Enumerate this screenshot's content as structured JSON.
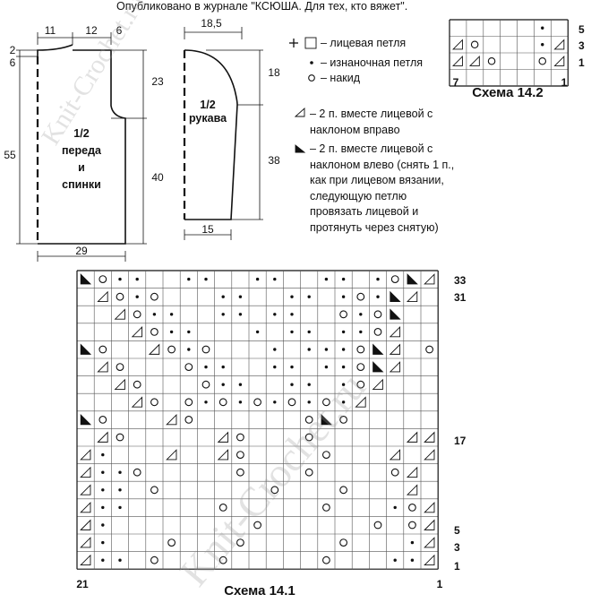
{
  "header": {
    "text": "Опубликовано в журнале \"КСЮША. Для тех, кто вяжет\"."
  },
  "watermark": {
    "text": "Knit-Crochet.ru"
  },
  "body_schematic": {
    "label_line1": "1/2",
    "label_line2": "переда",
    "label_line3": "и",
    "label_line4": "спинки",
    "dim_top_left": "11",
    "dim_top_mid": "12",
    "dim_top_right": "6",
    "dim_left_2": "2",
    "dim_left_6": "6",
    "dim_left_55": "55",
    "dim_right_23": "23",
    "dim_right_40": "40",
    "dim_bottom": "29"
  },
  "sleeve_schematic": {
    "label_line1": "1/2",
    "label_line2": "рукава",
    "dim_top": "18,5",
    "dim_right_18": "18",
    "dim_right_38": "38",
    "dim_bottom": "15"
  },
  "legend": {
    "knit": "– лицевая петля",
    "purl": "– изнаночная петля",
    "yo": "– накид",
    "k2tog_right": "– 2 п. вместе лицевой с наклоном вправо",
    "k2tog_left": "– 2 п. вместе лицевой с наклоном влево (снять 1 п., как при лицевом вязании, следующую петлю провязать лицевой и протянуть через снятую)"
  },
  "chart_small": {
    "title": "Схема 14.2",
    "col_left": "7",
    "col_right": "1",
    "row_labels": [
      "5",
      "3",
      "1"
    ]
  },
  "chart_large": {
    "title": "Схема 14.1",
    "col_left": "21",
    "col_right": "1",
    "row_labels": [
      "33",
      "31",
      "17",
      "5",
      "3",
      "1"
    ]
  },
  "colors": {
    "ink": "#111111",
    "grid": "#555555",
    "watermark": "#969696"
  }
}
